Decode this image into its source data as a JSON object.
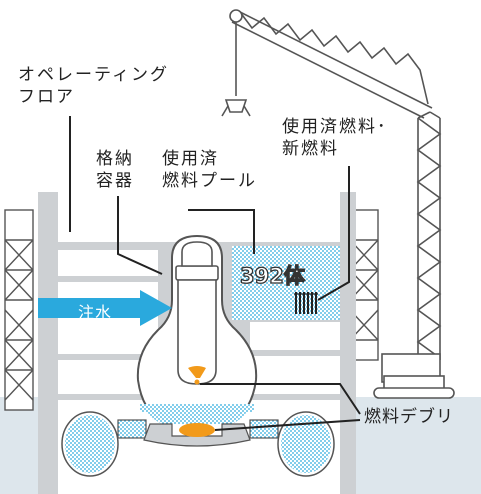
{
  "labels": {
    "operating_floor": [
      "オペレーティング",
      "フロア"
    ],
    "containment": [
      "格納",
      "容器"
    ],
    "spent_fuel_pool": [
      "使用済",
      "燃料プール"
    ],
    "spent_new_fuel": [
      "使用済燃料･",
      "新燃料"
    ],
    "water_injection": "注水",
    "fuel_debris": "燃料デブリ",
    "pool_fuel_count": "392体"
  },
  "colors": {
    "building_gray": "#cdd0d3",
    "water_blue": "#2aa9dd",
    "debris_orange": "#f29a1a",
    "ground_blue": "#dde6ec",
    "outline": "#222222"
  }
}
